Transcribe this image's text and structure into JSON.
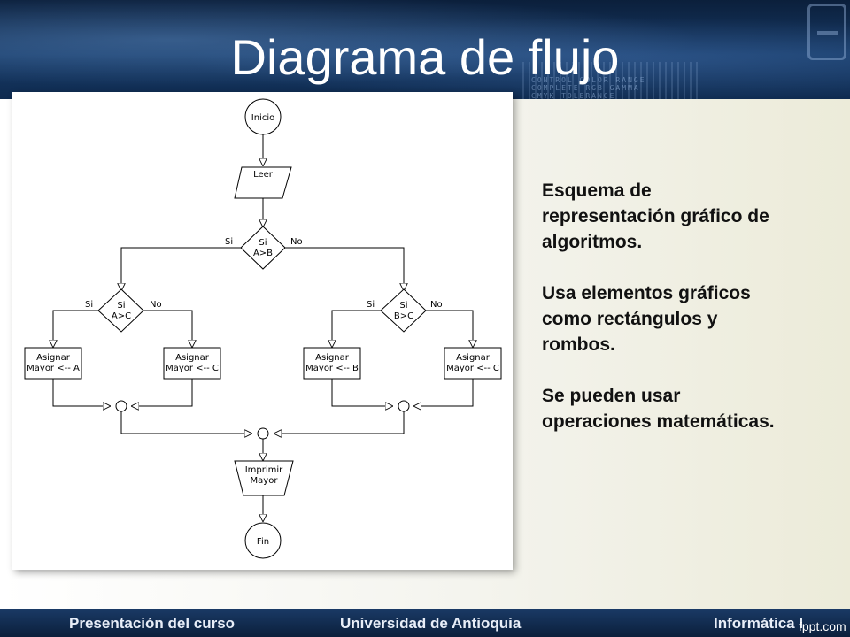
{
  "slide": {
    "title": "Diagrama de flujo",
    "decor_text": [
      "CONTROL COLOR RANGE",
      "COMPLETE RGB GAMMA",
      "CMYK TOLERANCE"
    ]
  },
  "bullets": [
    "Esquema de\nrepresentación gráfico de\nalgoritmos.",
    "Usa elementos gráficos\ncomo rectángulos y\nrombos.",
    "Se pueden usar\noperaciones matemáticas."
  ],
  "footer": {
    "left": "Presentación del curso",
    "center": "Universidad de Antioquia",
    "right": "Informática I",
    "watermark": "fppt.com"
  },
  "flowchart": {
    "start": "Inicio",
    "read": "Leer",
    "decision_main": {
      "line1": "Si",
      "line2": "A>B",
      "yes": "Si",
      "no": "No"
    },
    "decision_left": {
      "line1": "Si",
      "line2": "A>C",
      "yes": "Si",
      "no": "No"
    },
    "decision_right": {
      "line1": "Si",
      "line2": "B>C",
      "yes": "Si",
      "no": "No"
    },
    "assign_a": {
      "line1": "Asignar",
      "line2": "Mayor <-- A"
    },
    "assign_c_left": {
      "line1": "Asignar",
      "line2": "Mayor <-- C"
    },
    "assign_b": {
      "line1": "Asignar",
      "line2": "Mayor <-- B"
    },
    "assign_c_right": {
      "line1": "Asignar",
      "line2": "Mayor <-- C"
    },
    "print": {
      "line1": "Imprimir",
      "line2": "Mayor"
    },
    "end": "Fin"
  }
}
